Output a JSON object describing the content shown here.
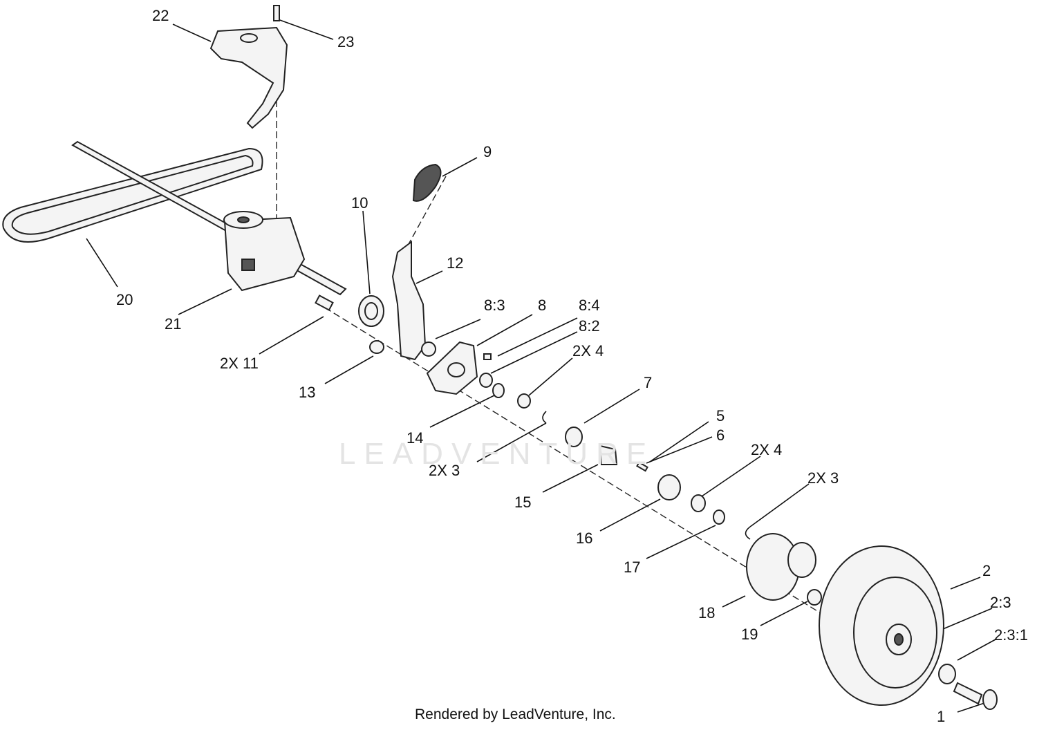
{
  "callouts": {
    "c22": "22",
    "c23": "23",
    "c9": "9",
    "c10": "10",
    "c12": "12",
    "c20": "20",
    "c21": "21",
    "c2x11": "2X  11",
    "c8_3": "8:3",
    "c8": "8",
    "c8_4": "8:4",
    "c8_2": "8:2",
    "c2x4a": "2X 4",
    "c13": "13",
    "c7": "7",
    "c14": "14",
    "c5": "5",
    "c6": "6",
    "c2x3a": "2X  3",
    "c2x4b": "2X  4",
    "c15": "15",
    "c2x3b": "2X  3",
    "c16": "16",
    "c17": "17",
    "c2": "2",
    "c2_3": "2:3",
    "c18": "18",
    "c19": "19",
    "c2_3_1": "2:3:1",
    "c1": "1"
  },
  "watermark": "LEADVENTURE",
  "footer": "Rendered by LeadVenture, Inc."
}
